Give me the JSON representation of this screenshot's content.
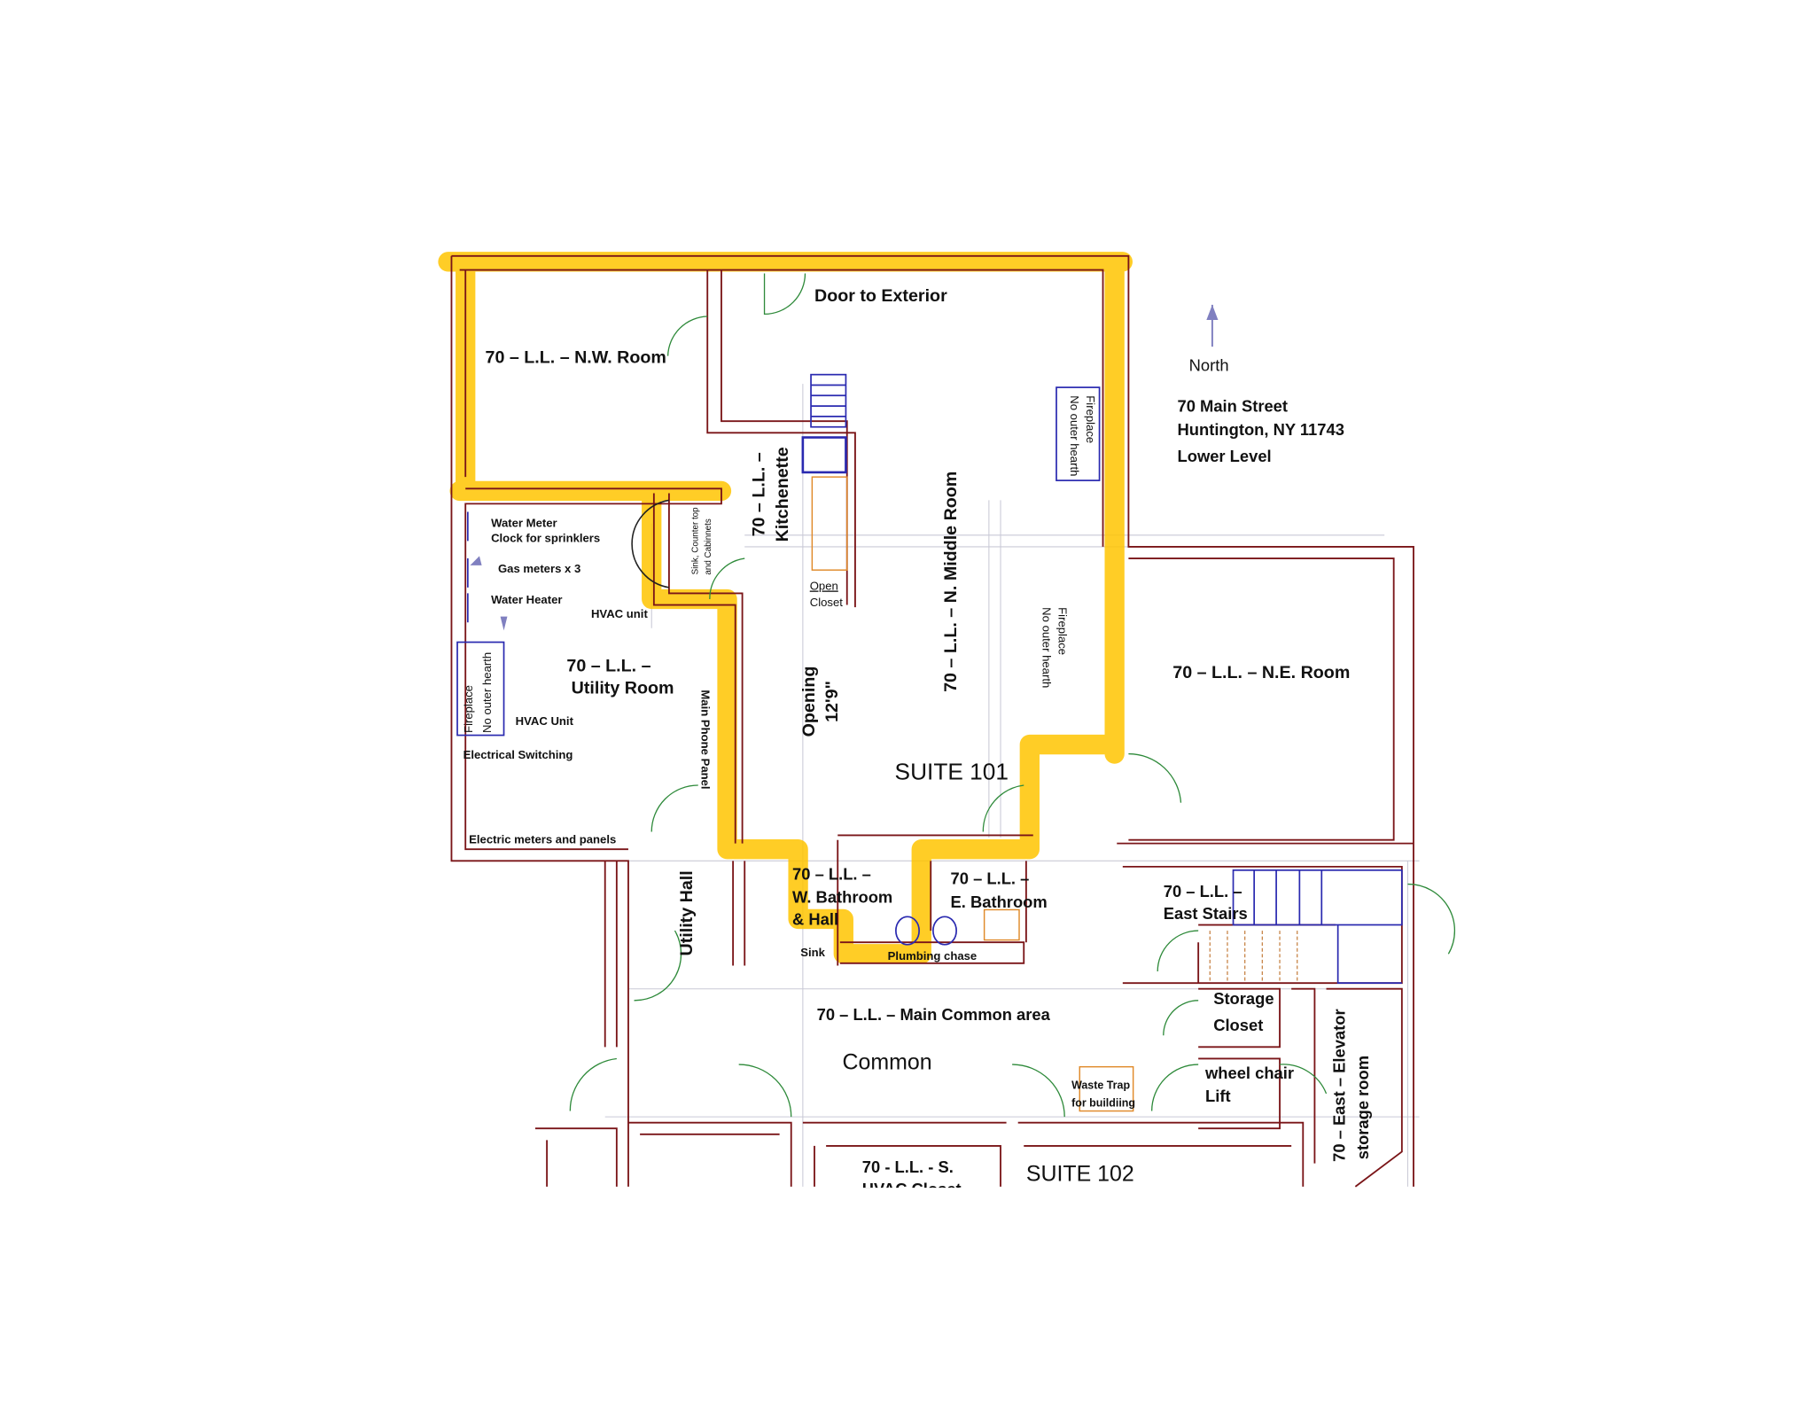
{
  "plan": {
    "door_to_exterior": "Door to Exterior",
    "nw_room": "70 – L.L. – N.W. Room",
    "north": "North",
    "address": {
      "line1": "70 Main Street",
      "line2": "Huntington, NY 11743",
      "line3": "Lower Level"
    },
    "fireplace": "Fireplace",
    "no_outer_hearth": "No outer hearth",
    "kitchenette": {
      "line1": "70 – L.L. –",
      "line2": "Kitchenette"
    },
    "sink_counter": {
      "line1": "Sink, Counter top",
      "line2": "and Cabinnets"
    },
    "open_closet": {
      "line1": "Open",
      "line2": "Closet"
    },
    "water_meter": "Water Meter",
    "clock_sprinklers": "Clock for sprinklers",
    "gas_meters": "Gas meters x 3",
    "water_heater": "Water Heater",
    "hvac_unit_1": "HVAC unit",
    "utility_room": {
      "line1": "70 – L.L. –",
      "line2": "Utility Room"
    },
    "hvac_unit_2": "HVAC Unit",
    "electrical_switching": "Electrical Switching",
    "electric_meters": "Electric meters and panels",
    "main_phone_panel": "Main Phone Panel",
    "opening": {
      "line1": "Opening",
      "line2": "12'9\""
    },
    "middle_room": "70 – L.L. – N. Middle Room",
    "ne_room": "70 – L.L. – N.E. Room",
    "suite_101": "SUITE 101",
    "utility_hall": "Utility Hall",
    "w_bathroom": {
      "line1": "70 – L.L. –",
      "line2": "W. Bathroom",
      "line3": "& Hall"
    },
    "e_bathroom": {
      "line1": "70 – L.L. –",
      "line2": "E. Bathroom"
    },
    "sink": "Sink",
    "plumbing_chase": "Plumbing chase",
    "east_stairs": {
      "line1": "70 – L.L. –",
      "line2": "East Stairs"
    },
    "storage_closet": {
      "line1": "Storage",
      "line2": "Closet"
    },
    "main_common": "70 – L.L. – Main Common area",
    "common": "Common",
    "wheelchair_lift": {
      "line1": "wheel chair",
      "line2": "Lift"
    },
    "waste_trap": {
      "line1": "Waste Trap",
      "line2": "for buildiing"
    },
    "elevator_storage": {
      "line1": "70 – East – Elevator",
      "line2": "storage room"
    },
    "s_hvac_closet": {
      "line1": "70 - L.L. - S.",
      "line2": "HVAC Closet"
    },
    "suite_102": "SUITE 102"
  },
  "colors": {
    "wall": "#7a1518",
    "highlight": "#ffc400",
    "fixture": "#2a2ab0",
    "door": "#2e8a3a",
    "arrow": "#8080c0"
  },
  "icons": {
    "north_arrow": "arrow-up-icon"
  }
}
